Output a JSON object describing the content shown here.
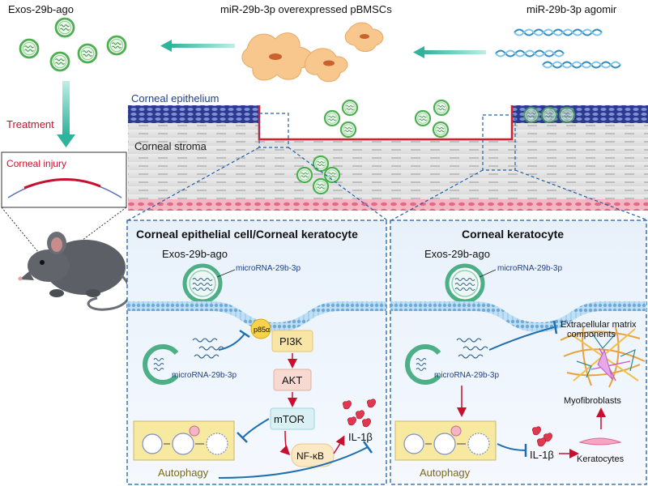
{
  "top": {
    "exos_label": "Exos-29b-ago",
    "cells_label": "miR-29b-3p overexpressed pBMSCs",
    "agomir_label": "miR-29b-3p agomir",
    "treatment_label": "Treatment",
    "injury_label": "Corneal injury"
  },
  "cornea": {
    "epithelium_label": "Corneal epithelium",
    "stroma_label": "Corneal stroma"
  },
  "left_panel": {
    "title": "Corneal epithelial cell/Corneal keratocyte",
    "exos_label": "Exos-29b-ago",
    "mirna_label": "microRNA-29b-3p",
    "mirna_label_2": "microRNA-29b-3p",
    "p85_label": "p85α",
    "pi3k_label": "PI3K",
    "akt_label": "AKT",
    "mtor_label": "mTOR",
    "nfkb_label": "NF-κB",
    "il1b_label": "IL-1β",
    "autophagy_label": "Autophagy"
  },
  "right_panel": {
    "title": "Corneal keratocyte",
    "exos_label": "Exos-29b-ago",
    "mirna_label": "microRNA-29b-3p",
    "mirna_label_2": "microRNA-29b-3p",
    "ecm_label_1": "Extracellular matrix",
    "ecm_label_2": "components",
    "myofibroblasts_label": "Myofibroblasts",
    "il1b_label": "IL-1β",
    "keratocytes_label": "Keratocytes",
    "autophagy_label": "Autophagy"
  },
  "colors": {
    "teal_arrow": "#35c0a8",
    "red_inhibit": "#c8102e",
    "blue_inhibit": "#1f6fb0",
    "exosome_green": "#4caf50",
    "panel_border": "#1f5fa8",
    "epithelium_blue": "#2b3a8c",
    "yellow_box": "#f7e9a0"
  }
}
